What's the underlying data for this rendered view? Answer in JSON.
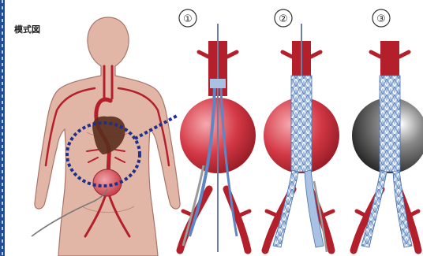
{
  "title": "模式図",
  "steps": [
    {
      "label": "①"
    },
    {
      "label": "②"
    },
    {
      "label": "③"
    }
  ],
  "colors": {
    "border_blue": "#1f4e96",
    "skin": "#e2b6a6",
    "skin_outline": "#a8756a",
    "artery_red": "#b3202c",
    "aneurysm_red": "#d33845",
    "heart_brown": "#5a2e1c",
    "stent_blue": "#8aa9d6",
    "thrombus_dark": "#2b2b2b",
    "dotted_blue": "#1f2f8a",
    "catheter_gray": "#9a9a9a"
  }
}
